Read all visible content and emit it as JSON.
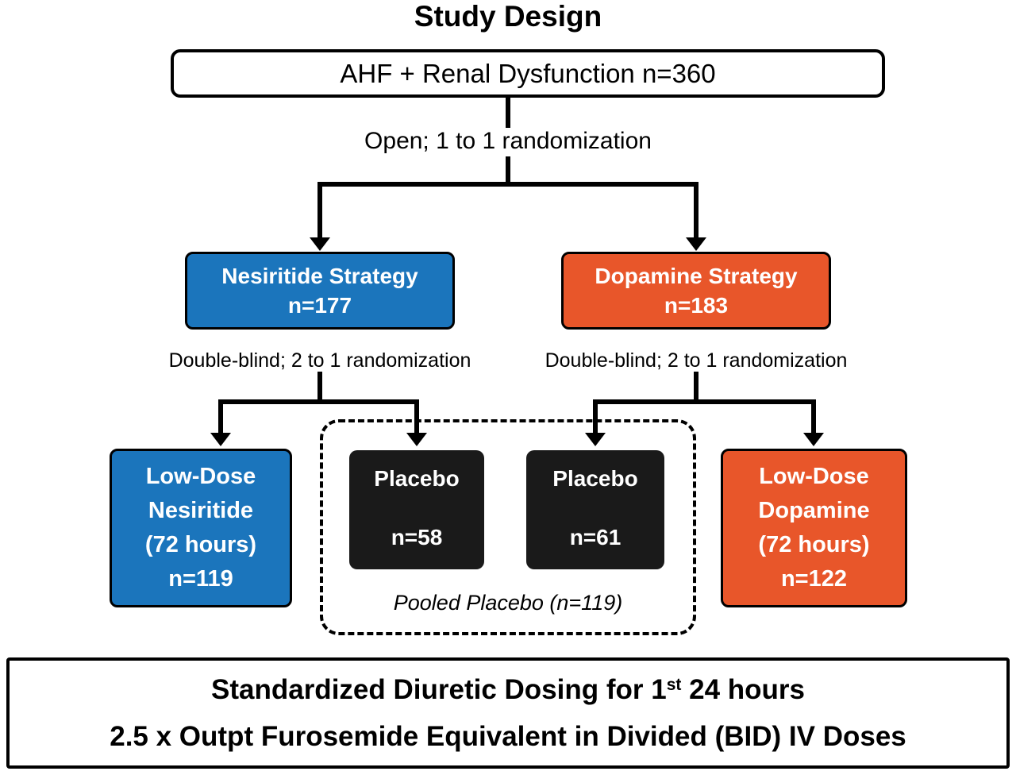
{
  "title": "Study Design",
  "enrollment": {
    "label": "AHF + Renal Dysfunction n=360"
  },
  "open_randomization": "Open; 1 to 1 randomization",
  "nesiritide": {
    "strategy_label": "Nesiritide Strategy",
    "strategy_n": "n=177",
    "randomization": "Double-blind; 2 to 1 randomization",
    "arm": {
      "lines": [
        "Low-Dose",
        "Nesiritide",
        "(72 hours)",
        "n=119"
      ]
    },
    "placebo": {
      "label": "Placebo",
      "n": "n=58"
    }
  },
  "dopamine": {
    "strategy_label": "Dopamine Strategy",
    "strategy_n": "n=183",
    "randomization": "Double-blind; 2 to 1 randomization",
    "arm": {
      "lines": [
        "Low-Dose",
        "Dopamine",
        "(72 hours)",
        "n=122"
      ]
    },
    "placebo": {
      "label": "Placebo",
      "n": "n=61"
    }
  },
  "pooled_placebo_label": "Pooled Placebo (n=119)",
  "footer": {
    "line1_pre": "Standardized Diuretic Dosing for 1",
    "line1_sup": "st",
    "line1_post": " 24 hours",
    "line2": "2.5 x Outpt Furosemide Equivalent in Divided (BID) IV Doses"
  },
  "colors": {
    "nesiritide_blue": "#1b75bc",
    "dopamine_orange": "#e8562a",
    "placebo_black": "#1a1a1a",
    "line_black": "#000000"
  }
}
